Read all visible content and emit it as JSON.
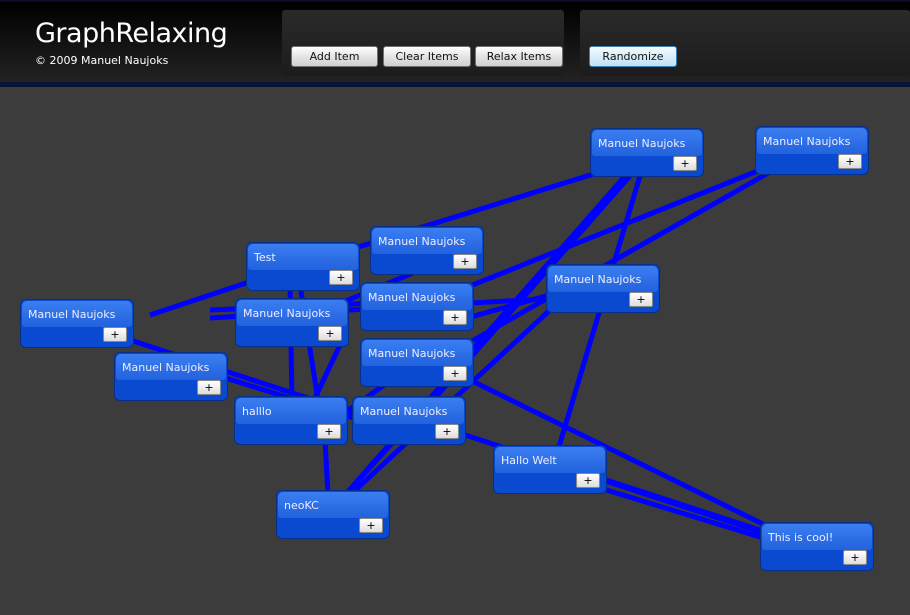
{
  "app": {
    "title": "GraphRelaxing",
    "copyright": "© 2009 Manuel Naujoks"
  },
  "toolbar": {
    "add": "Add Item",
    "clear": "Clear Items",
    "relax": "Relax Items",
    "randomize": "Randomize"
  },
  "colors": {
    "edge": "#0000ff",
    "node": "#0a4ad0",
    "background": "#3c3c3c"
  },
  "nodes": [
    {
      "label": "Manuel Naujoks"
    },
    {
      "label": "Manuel Naujoks"
    },
    {
      "label": "Test"
    },
    {
      "label": "Manuel Naujoks"
    },
    {
      "label": "Manuel Naujoks"
    },
    {
      "label": "Manuel Naujoks"
    },
    {
      "label": "Manuel Naujoks"
    },
    {
      "label": "Manuel Naujoks"
    },
    {
      "label": "Manuel Naujoks"
    },
    {
      "label": "Manuel Naujoks"
    },
    {
      "label": "halllo"
    },
    {
      "label": "Manuel Naujoks"
    },
    {
      "label": "neoKC"
    },
    {
      "label": "Hallo Welt"
    },
    {
      "label": "This is cool!"
    }
  ],
  "node_button": "+"
}
